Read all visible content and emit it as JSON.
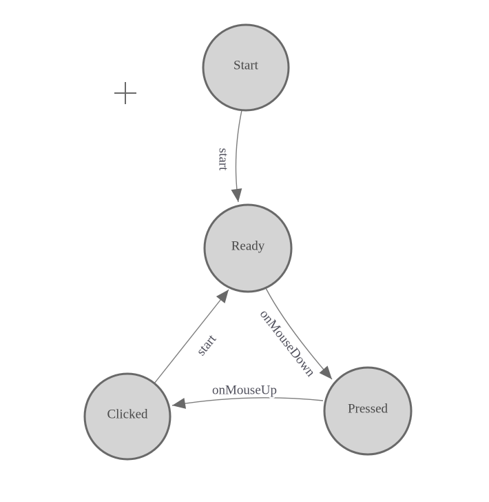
{
  "theme": {
    "background": "#ffffff",
    "node_fill": "#d4d4d4",
    "node_stroke": "#696969",
    "edge_color": "#7d7d7d",
    "arrow_color": "#696969",
    "node_text_color": "#4a4a4a",
    "edge_text_color": "#50505c",
    "crosshair_color": "#696969"
  },
  "diagram": {
    "nodes": {
      "start": {
        "label": "Start"
      },
      "ready": {
        "label": "Ready"
      },
      "clicked": {
        "label": "Clicked"
      },
      "pressed": {
        "label": "Pressed"
      }
    },
    "edges": {
      "start_to_ready": {
        "label": "start"
      },
      "clicked_to_ready": {
        "label": "start"
      },
      "ready_to_pressed": {
        "label": "onMouseDown"
      },
      "pressed_to_clicked": {
        "label": "onMouseUp"
      }
    }
  }
}
